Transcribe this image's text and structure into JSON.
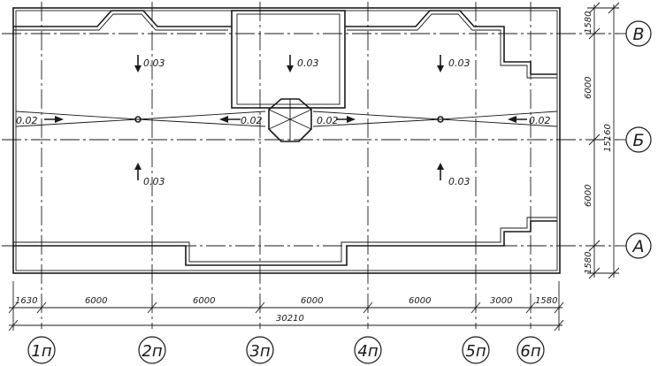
{
  "slopes": {
    "top_left": "0.03",
    "top_mid": "0.03",
    "top_right": "0.03",
    "bot_left": "0.03",
    "bot_right": "0.03",
    "ridge_1": "0.02",
    "ridge_2": "0.02",
    "ridge_3": "0.02",
    "ridge_4": "0.02"
  },
  "dims_bottom": {
    "d1": "1630",
    "d2": "6000",
    "d3": "6000",
    "d4": "6000",
    "d5": "6000",
    "d6": "3000",
    "d7": "1580",
    "total": "30210"
  },
  "dims_right": {
    "top": "1580",
    "mid_top": "6000",
    "mid_bot": "6000",
    "bottom": "1580",
    "total": "15160"
  },
  "axes_vertical": [
    "1п",
    "2п",
    "3п",
    "4п",
    "5п",
    "6п"
  ],
  "axes_horizontal": [
    "В",
    "Б",
    "А"
  ]
}
